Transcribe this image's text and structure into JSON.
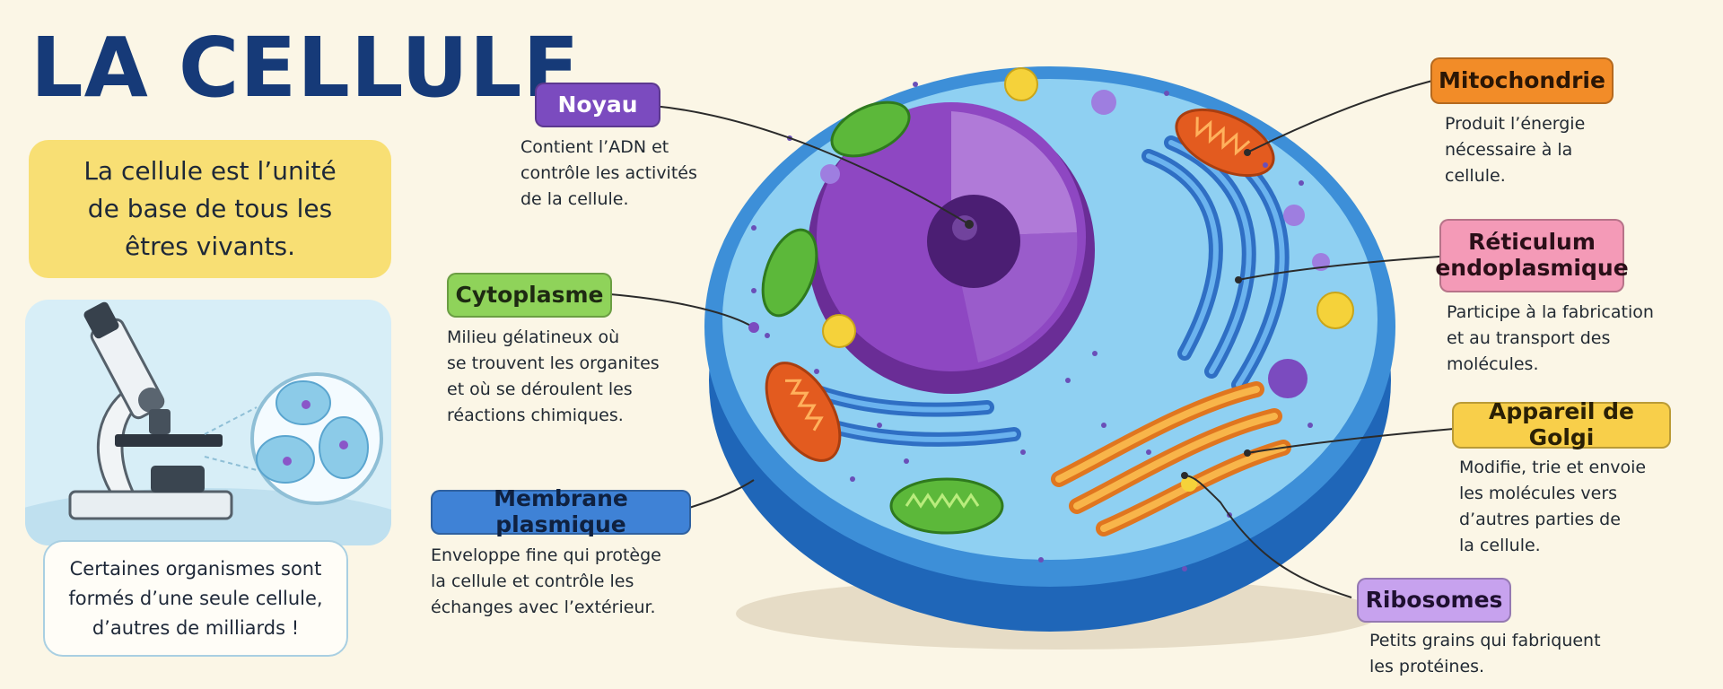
{
  "title": "LA CELLULE",
  "intro": "La cellule est l’unité de base de tous les êtres vivants.",
  "note": "Certaines organismes sont formés d’une seule cellule, d’autres de milliards !",
  "colors": {
    "title": "#163a78",
    "intro_bg": "#f8df74",
    "cell_blue": "#3d8fd8",
    "nucleus": "#7c3aa8"
  },
  "organelles": {
    "noyau": {
      "label": "Noyau",
      "color": "#7b4bbf",
      "text_color": "#ffffff",
      "desc": "Contient l’ADN et\ncontrôle les activités\nde la cellule."
    },
    "cytoplasme": {
      "label": "Cytoplasme",
      "color": "#8fd35a",
      "text_color": "#1e2a12",
      "desc": "Milieu gélatineux où\nse trouvent les organites\net où se déroulent les\nréactions chimiques."
    },
    "membrane": {
      "label": "Membrane plasmique",
      "color": "#3f82d6",
      "text_color": "#0f2140",
      "desc": "Enveloppe fine qui protège\nla cellule et contrôle les\néchanges avec l’extérieur."
    },
    "mitochondrie": {
      "label": "Mitochondrie",
      "color": "#f28c28",
      "text_color": "#2b1605",
      "desc": "Produit l’énergie\nnécessaire à la\ncellule."
    },
    "reticulum": {
      "label": "Réticulum endoplasmique",
      "color": "#f49ab7",
      "text_color": "#2a0f18",
      "desc": "Participe à la fabrication\net au transport des\nmolécules."
    },
    "golgi": {
      "label": "Appareil de Golgi",
      "color": "#f8cf4a",
      "text_color": "#2a2005",
      "desc": "Modifie, trie et envoie\nles molécules vers\nd’autres parties de\nla cellule."
    },
    "ribosomes": {
      "label": "Ribosomes",
      "color": "#c7a2ee",
      "text_color": "#1f1030",
      "desc": "Petits grains qui fabriquent\nles protéines."
    }
  }
}
